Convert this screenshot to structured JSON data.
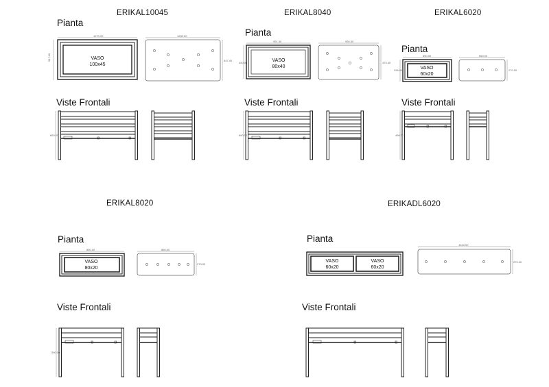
{
  "models": [
    {
      "code": "ERIKAL10045",
      "plan_label": "Pianta",
      "front_label": "Viste Frontali",
      "pot": [
        "VASO",
        "100x45"
      ],
      "dims": {
        "plan_w": "1270.00",
        "plan_d": "547.40",
        "top_w": "1280.00",
        "side_d": "547.40",
        "front_h": "660.00"
      }
    },
    {
      "code": "ERIKAL8040",
      "plan_label": "Pianta",
      "front_label": "Viste Frontali",
      "pot": [
        "VASO",
        "80x40"
      ],
      "dims": {
        "plan_w": "951.30",
        "plan_d": "490.00",
        "top_w": "990.30",
        "side_d": "475.40",
        "front_h": "660.00"
      }
    },
    {
      "code": "ERIKAL6020",
      "plan_label": "Pianta",
      "front_label": "Viste Frontali",
      "pot": [
        "VASO",
        "60x20"
      ],
      "dims": {
        "plan_w": "650.00",
        "plan_d": "296.00",
        "top_w": "660.00",
        "side_d": "270.00",
        "front_h": "490.00"
      }
    },
    {
      "code": "ERIKAL8020",
      "plan_label": "Pianta",
      "front_label": "Viste Frontali",
      "pot": [
        "VASO",
        "80x20"
      ],
      "dims": {
        "plan_w": "850.00",
        "top_w": "860.00",
        "side_d": "270.00",
        "front_h": "590.00"
      }
    },
    {
      "code": "ERIKADL6020",
      "plan_label": "Pianta",
      "front_label": "Viste Frontali",
      "pots": [
        [
          "VASO",
          "60x20"
        ],
        [
          "VASO",
          "60x20"
        ]
      ],
      "dims": {
        "top_w": "1310.00",
        "side_d": "270.00"
      }
    }
  ],
  "colors": {
    "line": "#222222",
    "light": "#888888"
  }
}
